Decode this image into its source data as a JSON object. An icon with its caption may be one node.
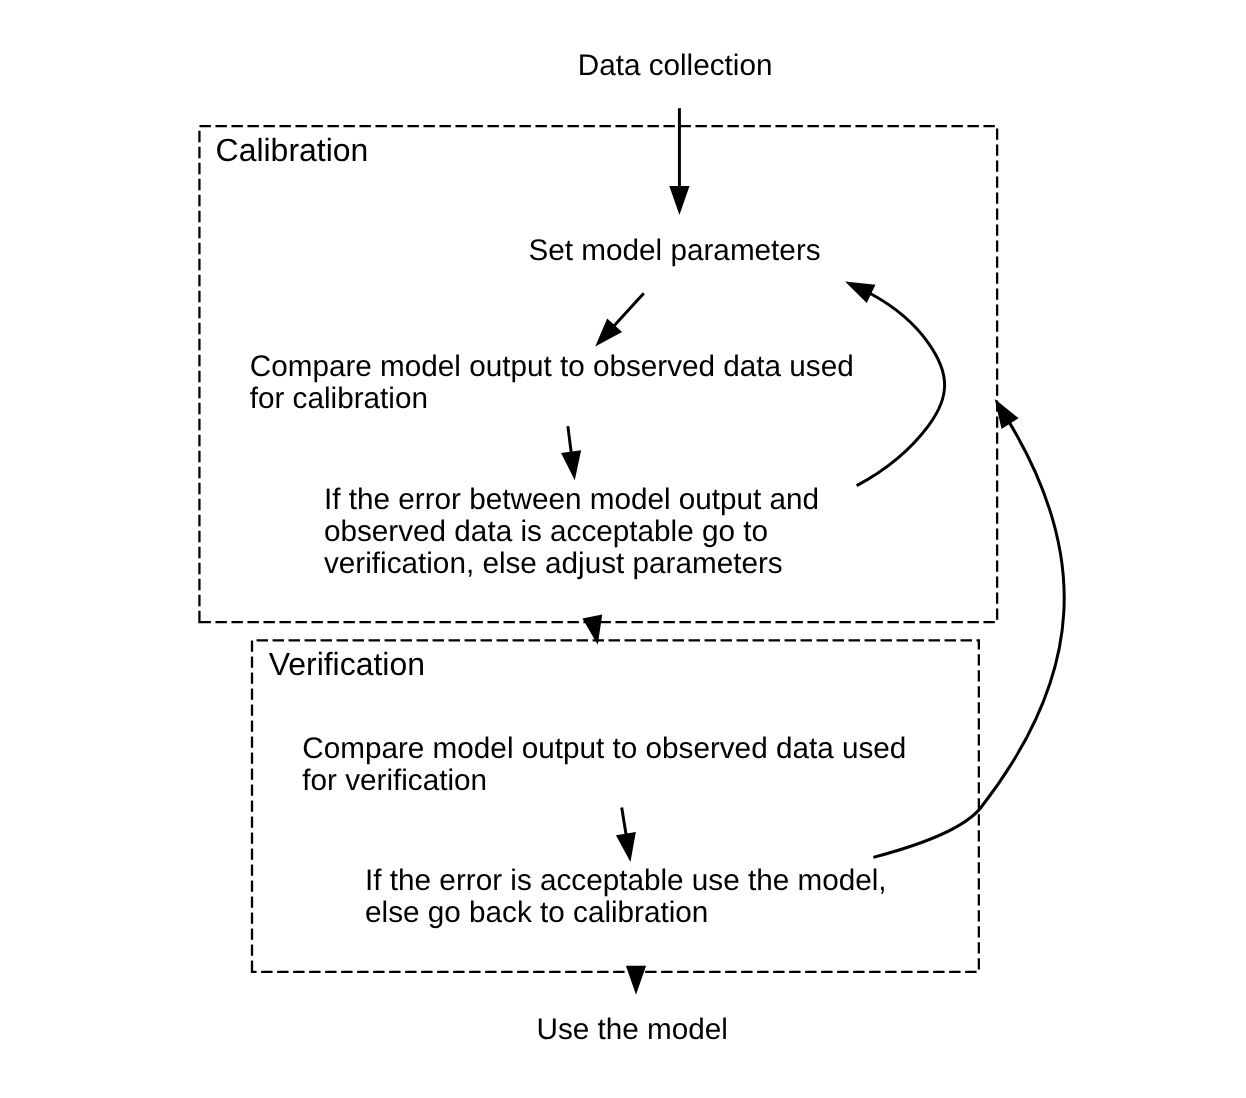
{
  "diagram": {
    "nodes": [
      {
        "text": [
          "Data collection"
        ]
      },
      {
        "text": [
          "Calibration"
        ]
      },
      {
        "text": [
          "Set model parameters"
        ],
        "in": 1
      },
      {
        "text": [
          "Compare model output to observed data used for calibration"
        ],
        "in": 1
      },
      {
        "text": [
          "If the error between model output and observed data is acceptable go to verification, else adjust parameters"
        ],
        "in": 1
      },
      {
        "text": [
          "Verification"
        ]
      },
      {
        "text": [
          "Compare model output to observed data used for verification"
        ],
        "in": 5
      },
      {
        "text": [
          "If the error is acceptable use the model, else go back to calibration"
        ],
        "in": 5
      },
      {
        "text": [
          "Use the model"
        ]
      }
    ],
    "edges": [
      {
        "from": 0,
        "to": 2,
        "arrow": "to"
      },
      {
        "from": 2,
        "to": 3,
        "arrow": "to"
      },
      {
        "from": 3,
        "to": 4,
        "arrow": "to"
      },
      {
        "from": 4,
        "to": 2,
        "arrow": "to"
      },
      {
        "from": 1,
        "to": 5,
        "arrow": "to"
      },
      {
        "from": 6,
        "to": 7,
        "arrow": "to"
      },
      {
        "from": 7,
        "to": 1,
        "arrow": "to"
      },
      {
        "from": 5,
        "to": 8,
        "arrow": "to"
      }
    ]
  }
}
